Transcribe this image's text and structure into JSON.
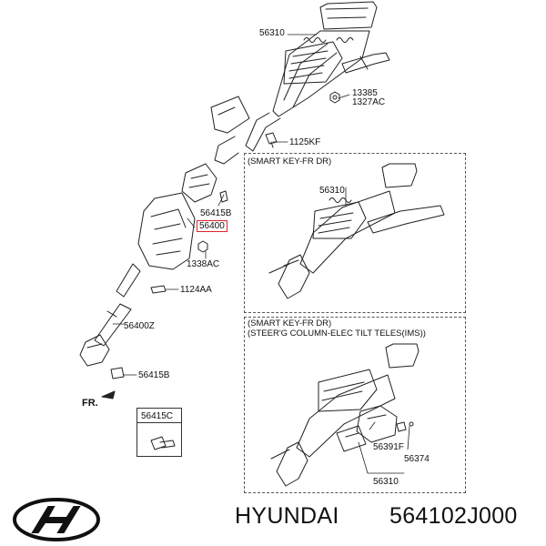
{
  "diagram": {
    "part_labels": {
      "p56310_top": "56310",
      "p13385": "13385",
      "p1327AC": "1327AC",
      "p1125KF": "1125KF",
      "p56415B_upper": "56415B",
      "p56400": "56400",
      "p1338AC": "1338AC",
      "p1124AA": "1124AA",
      "p56400Z": "56400Z",
      "p56415B_lower": "56415B",
      "p56415C": "56415C",
      "p56310_box1": "56310",
      "p56391F": "56391F",
      "p56374": "56374",
      "p56310_box2": "56310"
    },
    "box1_title": "(SMART KEY-FR DR)",
    "box2_title_line1": "(SMART KEY-FR DR)",
    "box2_title_line2": "(STEER'G COLUMN-ELEC TILT  TELES(IMS))",
    "fr_label": "FR.",
    "highlight_color": "#d9262b"
  },
  "footer": {
    "brand": "HYUNDAI",
    "part_number": "564102J000"
  }
}
